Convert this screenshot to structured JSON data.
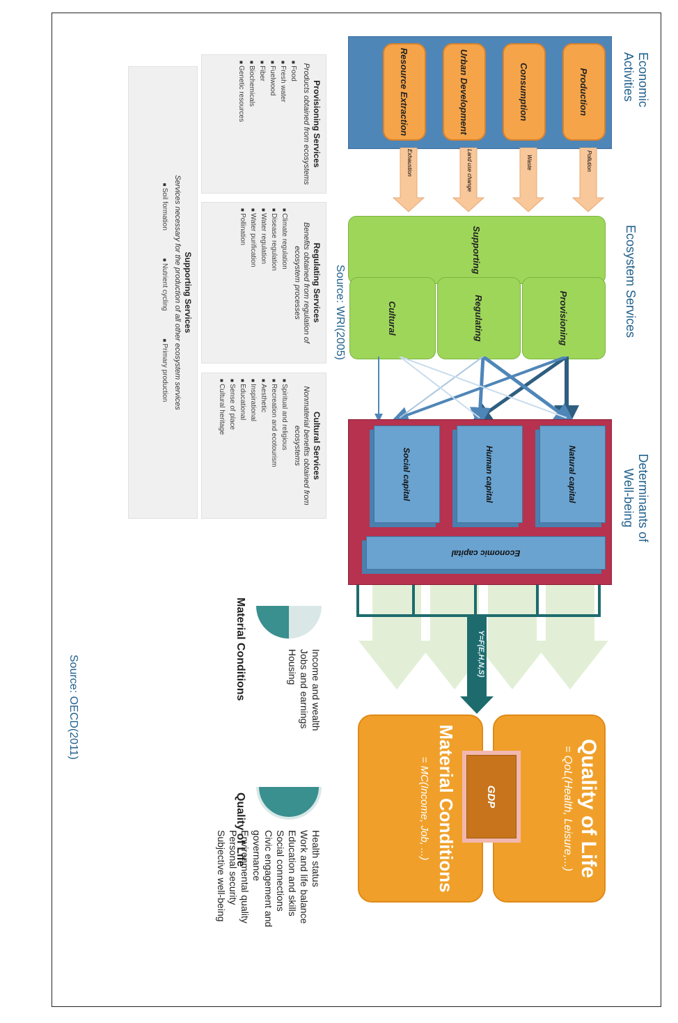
{
  "headers": {
    "economic": "Economic Activities",
    "ecosystem": "Ecosystem Services",
    "determinants": "Determinants of Well-being"
  },
  "economic_activities": [
    {
      "label": "Production",
      "flow": "Pollution"
    },
    {
      "label": "Consumption",
      "flow": "Waste"
    },
    {
      "label": "Urban Development",
      "flow": "Land use change"
    },
    {
      "label": "Resource Extraction",
      "flow": "Exhaustion"
    }
  ],
  "ecosystem_services": {
    "provisioning": "Provisioning",
    "regulating": "Regulating",
    "cultural": "Cultural",
    "supporting": "Supporting"
  },
  "capitals": {
    "natural": "Natural capital",
    "human": "Human capital",
    "social": "Social capital",
    "economic": "Economic capital"
  },
  "formula_label": "Y=F(E,H,N,S)",
  "outcomes": {
    "qol_title": "Quality of Life",
    "qol_formula": "= QoL(Health, Leisure,...)",
    "mc_title": "Material Conditions",
    "mc_formula": "= MC(Income, Job, ...)",
    "gdp": "GDP"
  },
  "service_panels": {
    "provisioning": {
      "title": "Provisioning Services",
      "desc": "Products obtained from ecosystems",
      "items": [
        "Food",
        "Fresh water",
        "Fuelwood",
        "Fiber",
        "Biochemicals",
        "Genetic resources"
      ]
    },
    "regulating": {
      "title": "Regulating Services",
      "desc": "Benefits obtained from regulation of ecosystem processes",
      "items": [
        "Climate regulation",
        "Disease regulation",
        "Water regulation",
        "Water purification",
        "Pollination"
      ]
    },
    "cultural": {
      "title": "Cultural Services",
      "desc": "Nonmaterial benefits obtained from ecosystems",
      "items": [
        "Spiritual and religious",
        "Recreation and ecotourism",
        "Aesthetic",
        "Inspirational",
        "Educational",
        "Sense of place",
        "Cultural heritage"
      ]
    },
    "supporting": {
      "title": "Supporting Services",
      "desc": "Services necessary for the production of all other ecosystem services",
      "items": [
        "Soil formation",
        "Nutrient cycling",
        "Primary production"
      ]
    }
  },
  "source_wri": "Source: WRI(2005)",
  "source_oecd": "Source: OECD(2011)",
  "legend": {
    "material": {
      "title": "Material Conditions",
      "items": [
        "Income and wealth",
        "Jobs and earnings",
        "Housing"
      ]
    },
    "qol": {
      "title": "Quality of Life",
      "items": [
        "Health status",
        "Work and life balance",
        "Education and skills",
        "Social connections",
        "Civic engagement and governance",
        "Environmental quality",
        "Personal security",
        "Subjective well-being"
      ]
    }
  },
  "colors": {
    "economic_box": "#4f86b8",
    "pill": "#f5a44a",
    "ecosystem": "#9ed65a",
    "determinants_box": "#b6324e",
    "capital": "#6aa3d0",
    "outcome": "#f0a02a",
    "gdp": "#c8741c",
    "arrow_dark": "#2e5e80",
    "teal": "#3a8f8f"
  }
}
